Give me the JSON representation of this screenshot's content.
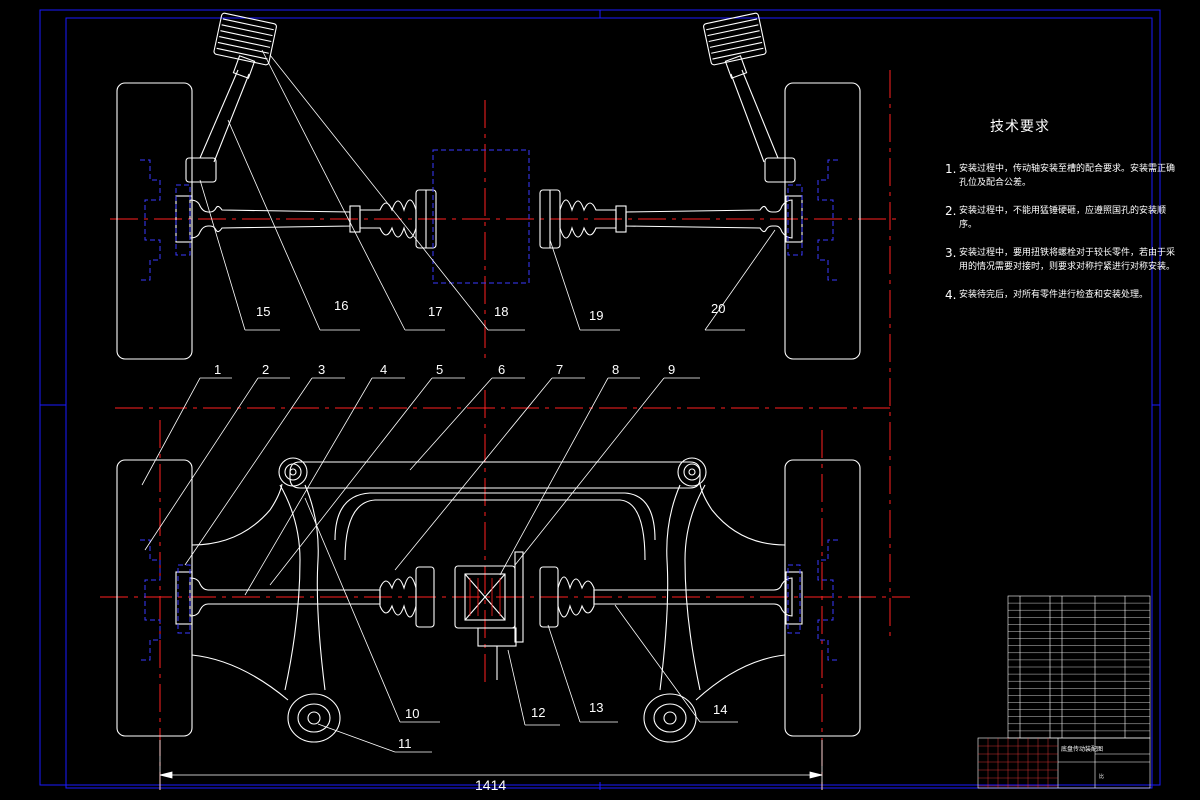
{
  "drawing": {
    "part_numbers": [
      "1",
      "2",
      "3",
      "4",
      "5",
      "6",
      "7",
      "8",
      "9",
      "10",
      "11",
      "12",
      "13",
      "14",
      "15",
      "16",
      "17",
      "18",
      "19",
      "20"
    ],
    "dimension": "1414",
    "colors": {
      "background": "#000000",
      "outline": "#ffffff",
      "frame": "#1a1aff",
      "centerline": "#ff2020",
      "hidden": "#3a3aff"
    }
  },
  "tech_requirements": {
    "title": "技术要求",
    "items": [
      {
        "num": "1.",
        "text": "安装过程中，传动轴安装至槽的配合要求。安装需正确孔位及配合公差。"
      },
      {
        "num": "2.",
        "text": "安装过程中，不能用猛锤硬砸，应遵照国孔的安装顺序。"
      },
      {
        "num": "3.",
        "text": "安装过程中，要用扭铁将螺栓对于较长零件，若由于采用的情况需要对接时，则要求对称拧紧进行对称安装。"
      },
      {
        "num": "4.",
        "text": "安装待完后，对所有零件进行检查和安装处理。"
      }
    ]
  },
  "title_block": {
    "drawing_title": "底盘传动装配图",
    "scale_mark": "比"
  }
}
